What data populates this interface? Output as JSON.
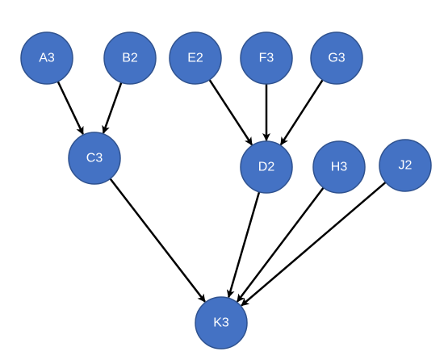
{
  "colors": {
    "node_fill": "#4472c4",
    "node_stroke": "#2f528f",
    "label": "#ffffff",
    "edge": "#000000",
    "background": "#ffffff"
  },
  "nodes": [
    {
      "id": "A3",
      "label": "A3"
    },
    {
      "id": "B2",
      "label": "B2"
    },
    {
      "id": "C3",
      "label": "C3"
    },
    {
      "id": "E2",
      "label": "E2"
    },
    {
      "id": "F3",
      "label": "F3"
    },
    {
      "id": "G3",
      "label": "G3"
    },
    {
      "id": "D2",
      "label": "D2"
    },
    {
      "id": "H3",
      "label": "H3"
    },
    {
      "id": "J2",
      "label": "J2"
    },
    {
      "id": "K3",
      "label": "K3"
    }
  ],
  "edges": [
    {
      "from": "A3",
      "to": "C3"
    },
    {
      "from": "B2",
      "to": "C3"
    },
    {
      "from": "E2",
      "to": "D2"
    },
    {
      "from": "F3",
      "to": "D2"
    },
    {
      "from": "G3",
      "to": "D2"
    },
    {
      "from": "C3",
      "to": "K3"
    },
    {
      "from": "D2",
      "to": "K3"
    },
    {
      "from": "H3",
      "to": "K3"
    },
    {
      "from": "J2",
      "to": "K3"
    }
  ]
}
